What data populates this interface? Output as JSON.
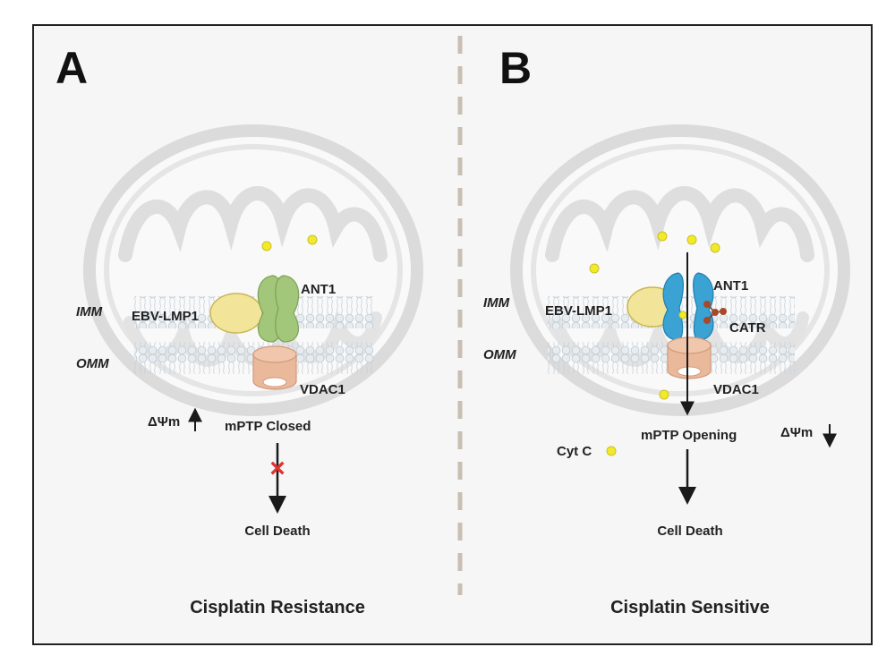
{
  "panel_a": {
    "letter": "A",
    "imm_label": "IMM",
    "omm_label": "OMM",
    "lmp1_label": "EBV-LMP1",
    "ant1_label": "ANT1",
    "vdac1_label": "VDAC1",
    "potential_label": "ΔΨm",
    "potential_direction": "up",
    "mptp_label": "mPTP Closed",
    "blocked_mark": "×",
    "outcome_label": "Cell Death",
    "caption": "Cisplatin Resistance"
  },
  "panel_b": {
    "letter": "B",
    "imm_label": "IMM",
    "omm_label": "OMM",
    "lmp1_label": "EBV-LMP1",
    "ant1_label": "ANT1",
    "catr_label": "CATR",
    "vdac1_label": "VDAC1",
    "potential_label": "ΔΨm",
    "potential_direction": "down",
    "mptp_label": "mPTP Opening",
    "cytc_label": "Cyt C",
    "outcome_label": "Cell Death",
    "caption": "Cisplatin Sensitive"
  },
  "colors": {
    "ant1_closed": "#a3c77a",
    "ant1_open": "#3aa3d4",
    "lmp1": "#f2e59a",
    "vdac1": "#eab89b",
    "cyt_c": "#f2ea27",
    "catr": "#a8482a",
    "blocked_mark": "#e03030",
    "divider": "#c8bfb3"
  }
}
